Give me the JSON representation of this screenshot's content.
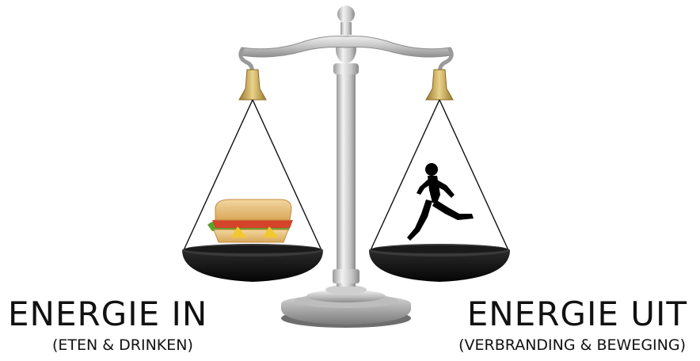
{
  "left_side": {
    "title": "ENERGIE IN",
    "subtitle": "(ETEN & DRINKEN)",
    "icon": "sandwich-icon"
  },
  "right_side": {
    "title": "ENERGIE UIT",
    "subtitle": "(VERBRANDING & BEWEGING)",
    "icon": "runner-icon"
  },
  "colors": {
    "pan": "#111111",
    "metal": "#c8c8c8",
    "gold": "#c9a24a",
    "text": "#111111"
  }
}
